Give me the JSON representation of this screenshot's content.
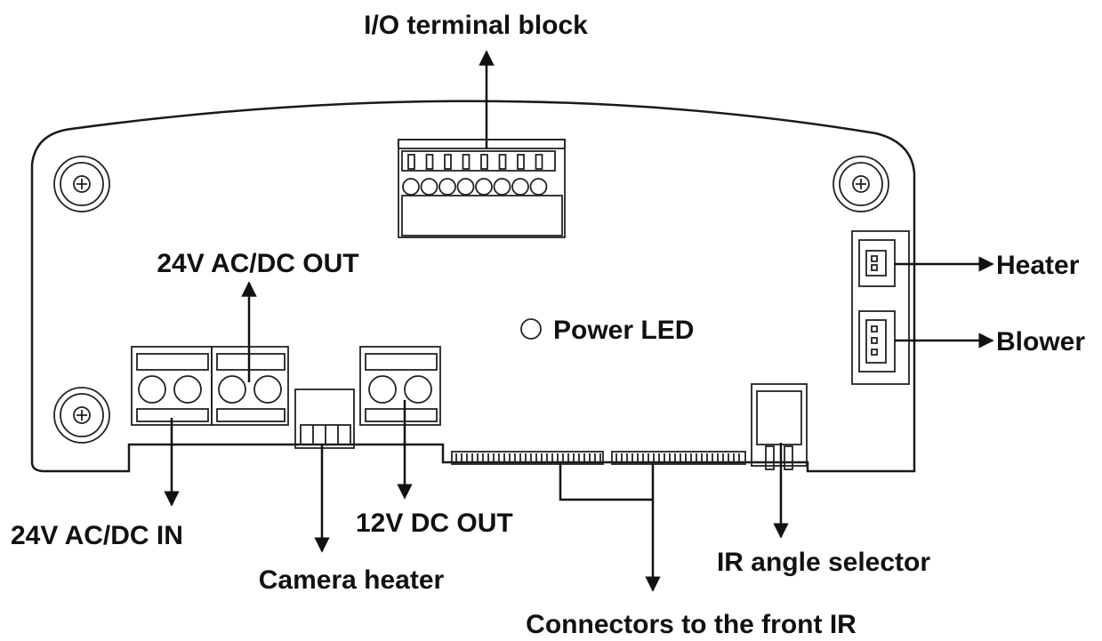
{
  "labels": {
    "io_terminal_block": "I/O terminal block",
    "out_24v": "24V AC/DC OUT",
    "power_led": "Power LED",
    "heater": "Heater",
    "blower": "Blower",
    "in_24v": "24V AC/DC IN",
    "out_12v": "12V DC OUT",
    "camera_heater": "Camera heater",
    "ir_angle_selector": "IR angle selector",
    "connectors_front_ir": "Connectors to the front IR"
  },
  "colors": {
    "ink": "#111111",
    "background": "#ffffff"
  }
}
